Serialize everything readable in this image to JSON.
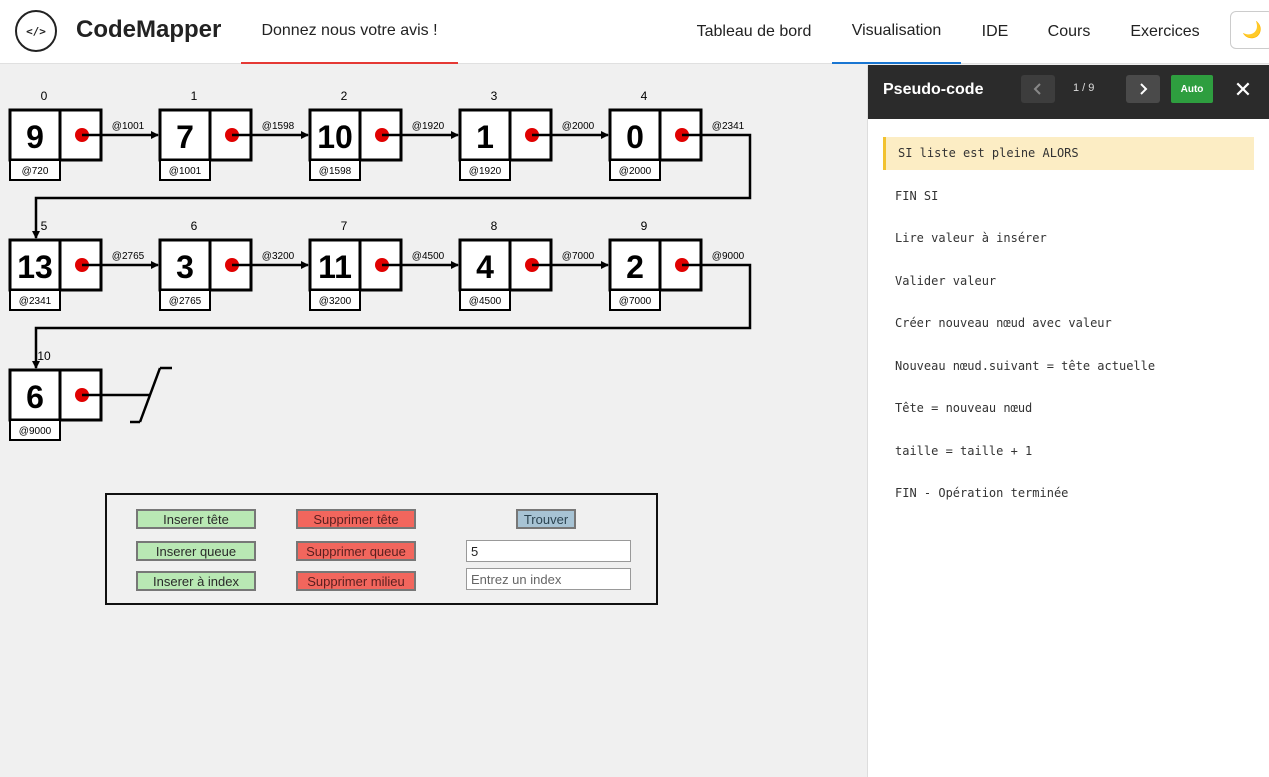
{
  "header": {
    "logo_glyph": "</>",
    "brand": "CodeMapper",
    "feedback": "Donnez nous votre avis !",
    "nav": [
      {
        "label": "Tableau de bord"
      },
      {
        "label": "Visualisation"
      },
      {
        "label": "IDE"
      },
      {
        "label": "Cours"
      },
      {
        "label": "Exercices"
      }
    ],
    "active_nav": "Visualisation",
    "theme_icon": "🌙"
  },
  "linked_list": {
    "nodes": [
      {
        "index": "0",
        "value": "9",
        "address": "@720",
        "next": "@1001"
      },
      {
        "index": "1",
        "value": "7",
        "address": "@1001",
        "next": "@1598"
      },
      {
        "index": "2",
        "value": "10",
        "address": "@1598",
        "next": "@1920"
      },
      {
        "index": "3",
        "value": "1",
        "address": "@1920",
        "next": "@2000"
      },
      {
        "index": "4",
        "value": "0",
        "address": "@2000",
        "next": "@2341"
      },
      {
        "index": "5",
        "value": "13",
        "address": "@2341",
        "next": "@2765"
      },
      {
        "index": "6",
        "value": "3",
        "address": "@2765",
        "next": "@3200"
      },
      {
        "index": "7",
        "value": "11",
        "address": "@3200",
        "next": "@4500"
      },
      {
        "index": "8",
        "value": "4",
        "address": "@4500",
        "next": "@7000"
      },
      {
        "index": "9",
        "value": "2",
        "address": "@7000",
        "next": "@9000"
      },
      {
        "index": "10",
        "value": "6",
        "address": "@9000",
        "next": null
      }
    ],
    "pointer_color": "#e00000"
  },
  "controls": {
    "insert_head": "Inserer tête",
    "insert_tail": "Inserer queue",
    "insert_index": "Inserer à index",
    "delete_head": "Supprimer tête",
    "delete_tail": "Supprimer queue",
    "delete_middle": "Supprimer milieu",
    "find": "Trouver",
    "value_input": "5",
    "index_placeholder": "Entrez un index"
  },
  "panel": {
    "title": "Pseudo-code",
    "step": "1 / 9",
    "auto": "Auto",
    "close": "✕",
    "prev_icon": "chevron-left",
    "next_icon": "chevron-right",
    "lines": [
      "SI liste est pleine ALORS",
      "FIN SI",
      "Lire valeur à insérer",
      "Valider valeur",
      "Créer nouveau nœud avec valeur",
      "Nouveau nœud.suivant = tête actuelle",
      "Tête = nouveau nœud",
      "taille = taille + 1",
      "FIN - Opération terminée"
    ],
    "current_line": 0
  }
}
